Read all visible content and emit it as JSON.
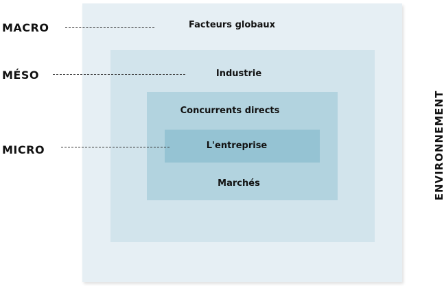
{
  "levels": {
    "macro": "MACRO",
    "meso": "MÉSO",
    "micro": "MICRO"
  },
  "boxes": {
    "facteurs_globaux": "Facteurs globaux",
    "industrie": "Industrie",
    "concurrents_directs": "Concurrents directs",
    "entreprise": "L'entreprise",
    "marches": "Marchés"
  },
  "environment": "ENVIRONNEMENT",
  "colors": {
    "macro_bg": "#e6eff4",
    "meso_bg": "#d2e4ec",
    "concurrents_bg": "#b2d3df",
    "entreprise_bg": "#95c3d3"
  }
}
